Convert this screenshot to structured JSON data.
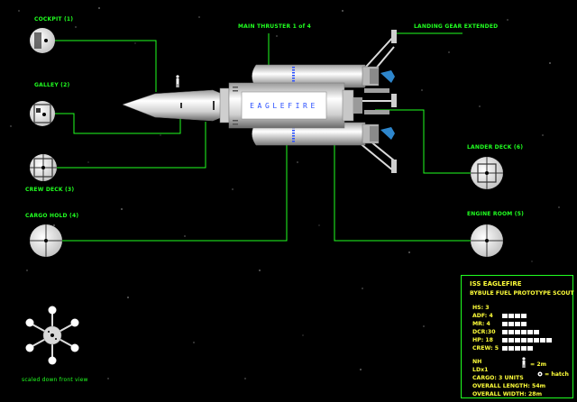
{
  "labels": {
    "cockpit": "COCKPIT  (1)",
    "galley": "GALLEY  (2)",
    "crew_deck": "CREW DECK  (3)",
    "cargo_hold": "CARGO HOLD  (4)",
    "main_thruster": "MAIN THRUSTER  1  of  4",
    "landing_gear": "LANDING GEAR EXTENDED",
    "lander_deck": "LANDER DECK  (6)",
    "engine_room": "ENGINE ROOM  (5)",
    "front_view": "scaled down front view"
  },
  "hull_name": "EAGLEFIRE",
  "info": {
    "title": "ISS EAGLEFIRE",
    "subtitle": "BYBULE FUEL PROTOTYPE SCOUT",
    "hs": "HS: 3",
    "adf": "ADF: 4",
    "mr": "MR: 4",
    "dcr": "DCR:30",
    "hp": "HP: 18",
    "crew": "CREW: 5",
    "nh": "NH",
    "ldx": "LDx1",
    "cargo": "CARGO: 3 UNITS",
    "length": "OVERALL LENGTH: 54m",
    "width": "OVERALL WIDTH: 28m",
    "scale": "= 2m",
    "hatch": "= hatch",
    "ratings": {
      "adf": 4,
      "mr": 4,
      "dcr": 6,
      "hp": 8,
      "crew": 5
    }
  },
  "colors": {
    "label": "#21ff21",
    "info_text": "#ffff3a",
    "lines": "#21ff21",
    "flame": "#3aa8ff"
  }
}
